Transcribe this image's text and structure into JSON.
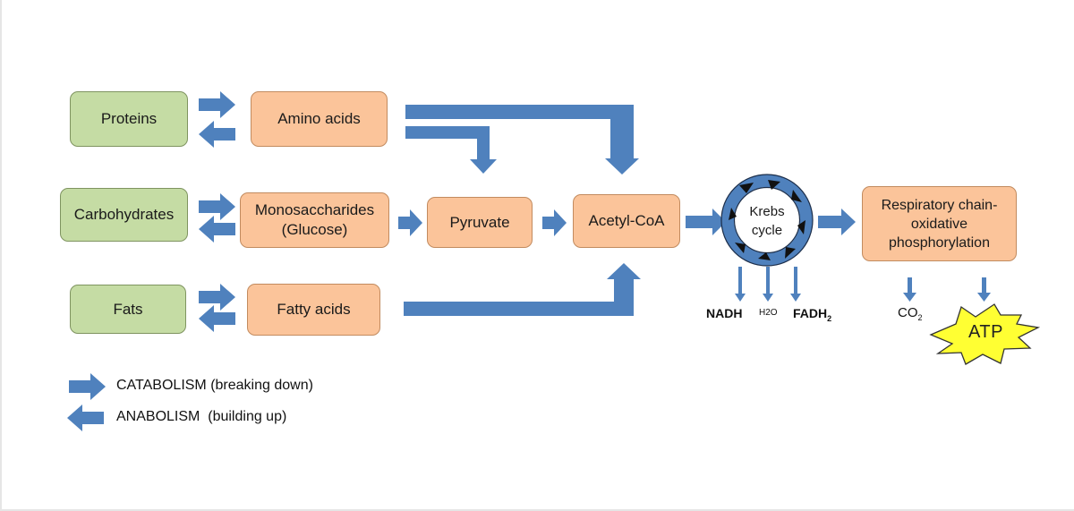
{
  "sources": {
    "proteins": "Proteins",
    "carbohydrates": "Carbohydrates",
    "fats": "Fats"
  },
  "intermediates": {
    "amino_acids": "Amino acids",
    "monosaccharides": "Monosaccharides\n(Glucose)",
    "fatty_acids": "Fatty acids",
    "pyruvate": "Pyruvate",
    "acetyl_coa": "Acetyl-CoA"
  },
  "krebs": {
    "label": "Krebs\ncycle"
  },
  "respiratory": {
    "label": "Respiratory chain-\noxidative\nphosphorylation"
  },
  "outputs": {
    "nadh": "NADH",
    "h2o": "H2O",
    "fadh2_base": "FADH",
    "fadh2_sub": "2",
    "co2_base": "CO",
    "co2_sub": "2",
    "atp": "ATP"
  },
  "legend": {
    "catabolism": "CATABOLISM (breaking down)",
    "anabolism": "ANABOLISM  (building up)"
  },
  "colors": {
    "arrow_blue": "#4f81bd",
    "source_green": "#c5dca4",
    "intermediate_peach": "#fbc49a",
    "atp_yellow": "#ffff33"
  }
}
